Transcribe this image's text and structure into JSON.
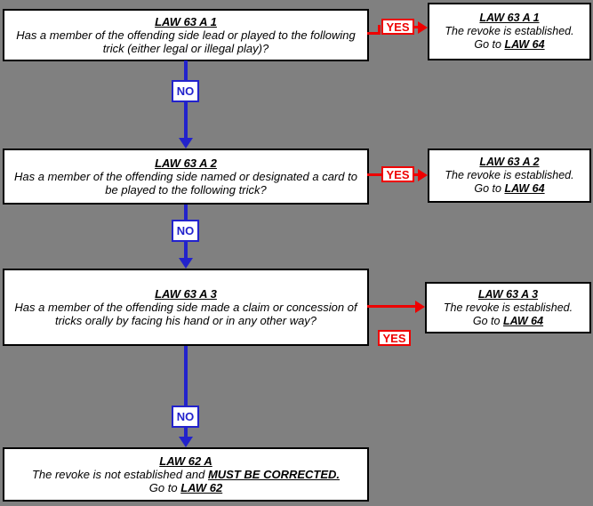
{
  "colors": {
    "background": "#808080",
    "box_fill": "#ffffff",
    "box_border": "#000000",
    "blue": "#2222cc",
    "red": "#ee0000"
  },
  "labels": {
    "yes": "YES",
    "no": "NO"
  },
  "questions": [
    {
      "title": "LAW 63 A 1",
      "body": "Has a member of the offending side lead or played to the following\ntrick (either legal or illegal play)?"
    },
    {
      "title": "LAW 63 A 2",
      "body": "Has a member of the offending side named or designated  a card to\nbe played to the following trick?"
    },
    {
      "title": "LAW 63 A 3",
      "body": "Has a member of the offending side made a claim or  concession of\ntricks orally by facing his hand or in any other way?"
    }
  ],
  "results": [
    {
      "title": "LAW 63 A 1",
      "body": "The revoke is established.",
      "goto_prefix": "Go to ",
      "goto_law": "LAW 64"
    },
    {
      "title": "LAW 63 A 2",
      "body": "The revoke is established.",
      "goto_prefix": "Go to ",
      "goto_law": "LAW 64"
    },
    {
      "title": "LAW 63 A 3",
      "body": "The revoke is established.",
      "goto_prefix": "Go to ",
      "goto_law": "LAW 64"
    }
  ],
  "terminal": {
    "title": "LAW 62 A",
    "body_prefix": "The revoke is not established and ",
    "body_emphasis": "MUST BE CORRECTED.",
    "goto_prefix": "Go to ",
    "goto_law": "LAW 62"
  }
}
